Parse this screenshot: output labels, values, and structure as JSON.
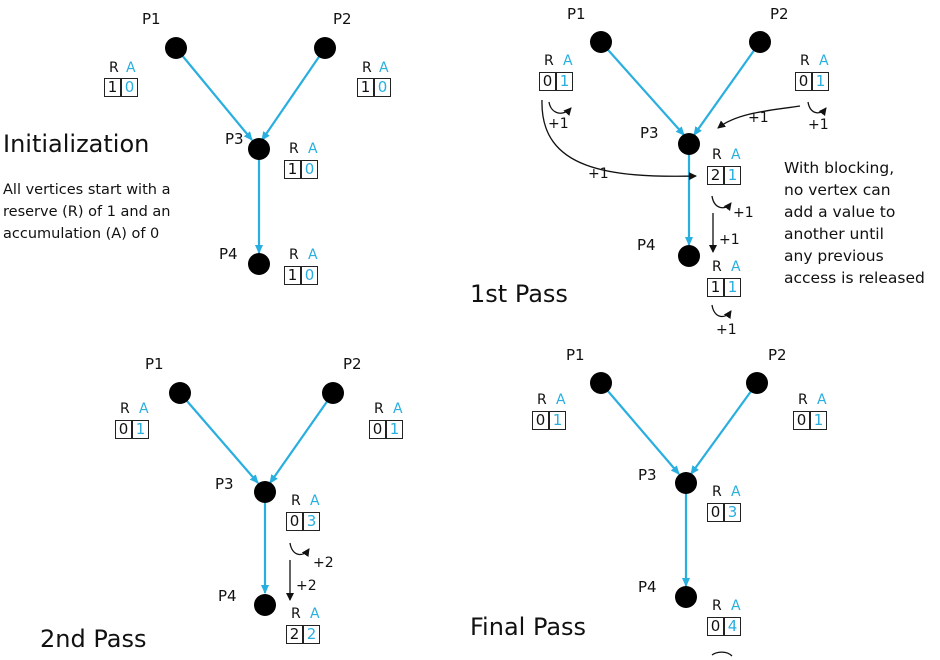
{
  "vertex_labels": {
    "p1": "P1",
    "p2": "P2",
    "p3": "P3",
    "p4": "P4"
  },
  "column_labels": {
    "r": "R",
    "a": "A"
  },
  "colors": {
    "edge": "#29aee0",
    "accumulation": "#29aee0",
    "node": "#000000",
    "text": "#111111"
  },
  "panels": {
    "init": {
      "title": "Initialization",
      "description": [
        "All vertices start with a",
        "reserve (R) of 1 and an",
        "accumulation (A) of 0"
      ],
      "p1": {
        "r": "1",
        "a": "0"
      },
      "p2": {
        "r": "1",
        "a": "0"
      },
      "p3": {
        "r": "1",
        "a": "0"
      },
      "p4": {
        "r": "1",
        "a": "0"
      }
    },
    "pass1": {
      "title": "1st Pass",
      "note": [
        "With blocking,",
        "no vertex can",
        "add a value to",
        "another until",
        "any previous",
        "access is released"
      ],
      "p1": {
        "r": "0",
        "a": "1"
      },
      "p2": {
        "r": "0",
        "a": "1"
      },
      "p3": {
        "r": "2",
        "a": "1"
      },
      "p4": {
        "r": "1",
        "a": "1"
      },
      "increments": {
        "p1_self": "+1",
        "p1_to_p3": "+1",
        "p2_self": "+1",
        "p2_to_p3": "+1",
        "p3_self": "+1",
        "p3_to_p4": "+1",
        "p4_self": "+1"
      }
    },
    "pass2": {
      "title": "2nd Pass",
      "p1": {
        "r": "0",
        "a": "1"
      },
      "p2": {
        "r": "0",
        "a": "1"
      },
      "p3": {
        "r": "0",
        "a": "3"
      },
      "p4": {
        "r": "2",
        "a": "2"
      },
      "increments": {
        "p3_self": "+2",
        "p3_to_p4": "+2"
      }
    },
    "final": {
      "title": "Final Pass",
      "p1": {
        "r": "0",
        "a": "1"
      },
      "p2": {
        "r": "0",
        "a": "1"
      },
      "p3": {
        "r": "0",
        "a": "3"
      },
      "p4": {
        "r": "0",
        "a": "4"
      }
    }
  }
}
